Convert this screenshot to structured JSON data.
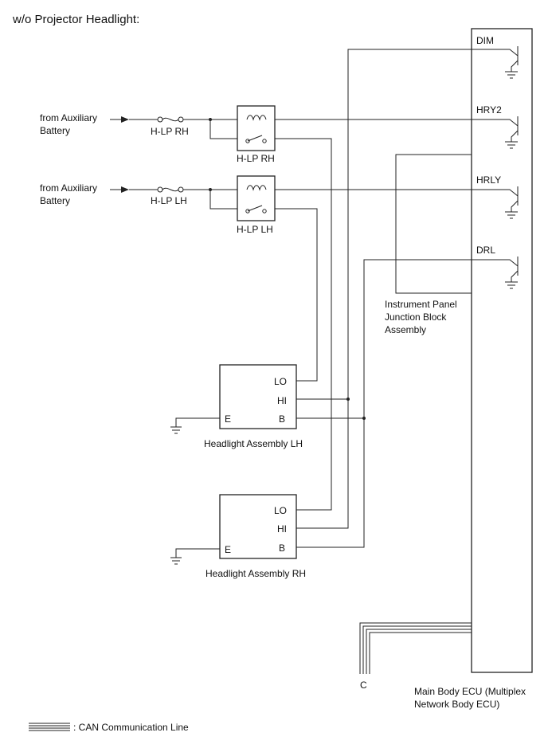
{
  "title": "w/o Projector Headlight:",
  "sources": {
    "rh": [
      "from Auxiliary",
      "Battery"
    ],
    "lh": [
      "from Auxiliary",
      "Battery"
    ]
  },
  "fuses": {
    "rh": "H-LP RH",
    "lh": "H-LP LH"
  },
  "relays": {
    "rh": "H-LP RH",
    "lh": "H-LP LH"
  },
  "ecu": {
    "outputs": [
      "DIM",
      "HRY2",
      "HRLY",
      "DRL"
    ],
    "name": [
      "Main Body ECU (Multiplex",
      "Network Body ECU)"
    ]
  },
  "junction_block": [
    "Instrument Panel",
    "Junction Block",
    "Assembly"
  ],
  "headlight_lh": {
    "name": "Headlight Assembly LH",
    "pins": [
      "LO",
      "HI",
      "B",
      "E"
    ]
  },
  "headlight_rh": {
    "name": "Headlight Assembly RH",
    "pins": [
      "LO",
      "HI",
      "B",
      "E"
    ]
  },
  "connector": "C",
  "legend": ": CAN Communication Line"
}
